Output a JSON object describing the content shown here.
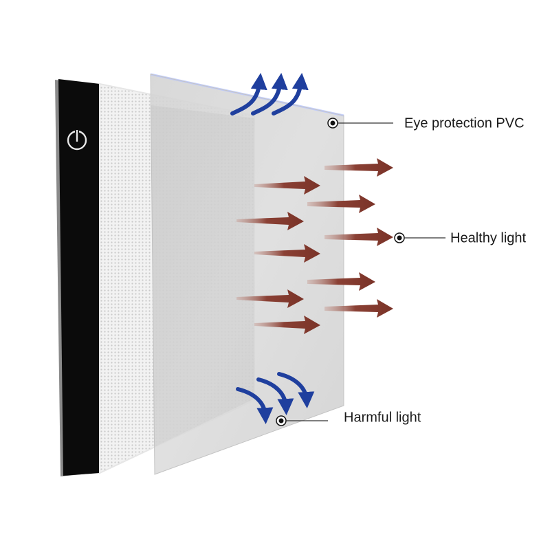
{
  "callouts": {
    "eye_protection": "Eye protection PVC",
    "healthy_light": "Healthy light",
    "harmful_light": "Harmful light"
  },
  "icons": {
    "power": "power-icon"
  },
  "colors": {
    "healthy_arrow": "#7a3328",
    "harmful_arrow": "#1f3f9e",
    "pad_bezel": "#0b0b0b",
    "pvc_sheet": "#d9d9d9"
  }
}
